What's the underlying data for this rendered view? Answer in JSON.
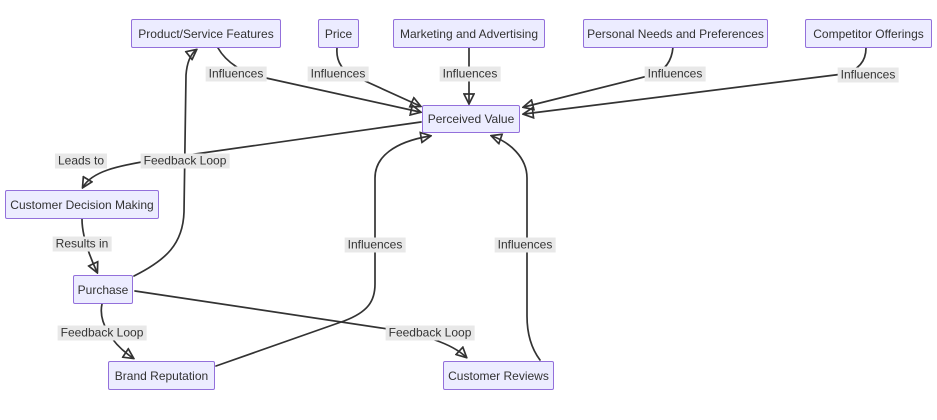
{
  "diagram": {
    "type": "flowchart",
    "colors": {
      "background": "#ffffff",
      "node_fill": "#ECECFF",
      "node_border": "#9370DB",
      "edge_line": "#333333",
      "edge_label_bg": "#e8e8e8",
      "text": "#333333"
    },
    "nodes": [
      {
        "id": "product_service_features",
        "label": "Product/Service Features"
      },
      {
        "id": "price",
        "label": "Price"
      },
      {
        "id": "marketing_and_advertising",
        "label": "Marketing and Advertising"
      },
      {
        "id": "personal_needs_and_preferences",
        "label": "Personal Needs and Preferences"
      },
      {
        "id": "competitor_offerings",
        "label": "Competitor Offerings"
      },
      {
        "id": "perceived_value",
        "label": "Perceived Value"
      },
      {
        "id": "customer_decision_making",
        "label": "Customer Decision Making"
      },
      {
        "id": "purchase",
        "label": "Purchase"
      },
      {
        "id": "brand_reputation",
        "label": "Brand Reputation"
      },
      {
        "id": "customer_reviews",
        "label": "Customer Reviews"
      }
    ],
    "edges": [
      {
        "from": "product_service_features",
        "to": "perceived_value",
        "label": "Influences"
      },
      {
        "from": "price",
        "to": "perceived_value",
        "label": "Influences"
      },
      {
        "from": "marketing_and_advertising",
        "to": "perceived_value",
        "label": "Influences"
      },
      {
        "from": "personal_needs_and_preferences",
        "to": "perceived_value",
        "label": "Influences"
      },
      {
        "from": "competitor_offerings",
        "to": "perceived_value",
        "label": "Influences"
      },
      {
        "from": "perceived_value",
        "to": "customer_decision_making",
        "label": "Leads to"
      },
      {
        "from": "customer_decision_making",
        "to": "purchase",
        "label": "Results in"
      },
      {
        "from": "purchase",
        "to": "product_service_features",
        "label": "Feedback Loop"
      },
      {
        "from": "purchase",
        "to": "brand_reputation",
        "label": "Feedback Loop"
      },
      {
        "from": "purchase",
        "to": "customer_reviews",
        "label": "Feedback Loop"
      },
      {
        "from": "brand_reputation",
        "to": "perceived_value",
        "label": "Influences"
      },
      {
        "from": "customer_reviews",
        "to": "perceived_value",
        "label": "Influences"
      }
    ]
  }
}
